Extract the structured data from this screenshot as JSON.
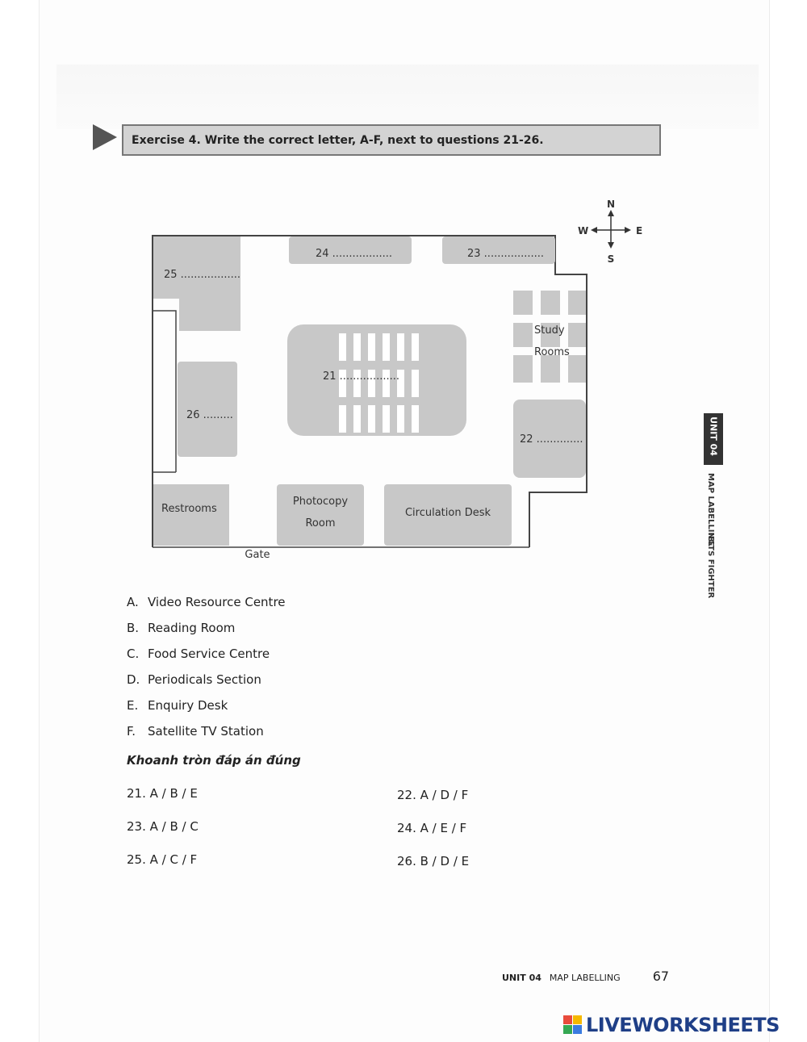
{
  "exercise": {
    "title": "Exercise 4. Write the correct letter, A-F, next to questions 21-26."
  },
  "compass": {
    "n": "N",
    "s": "S",
    "e": "E",
    "w": "W"
  },
  "map": {
    "label_24": "24 ..................",
    "label_23": "23 ..................",
    "label_25": "25 ..................",
    "study": "Study",
    "rooms": "Rooms",
    "label_21": "21 ..................",
    "label_26": "26 .........",
    "label_22": "22 ..............",
    "restrooms": "Restrooms",
    "photocopy": "Photocopy",
    "room": "Room",
    "circulation": "Circulation Desk",
    "gate": "Gate"
  },
  "options": [
    {
      "letter": "A.",
      "text": "Video Resource Centre"
    },
    {
      "letter": "B.",
      "text": "Reading Room"
    },
    {
      "letter": "C.",
      "text": "Food Service Centre"
    },
    {
      "letter": "D.",
      "text": "Periodicals Section"
    },
    {
      "letter": "E.",
      "text": "Enquiry Desk"
    },
    {
      "letter": "F.",
      "text": "Satellite TV Station"
    }
  ],
  "instruction": "Khoanh tròn đáp án đúng",
  "questions": {
    "q21": "21. A / B / E",
    "q22": "22. A / D / F",
    "q23": "23. A / B / C",
    "q24": "24. A / E / F",
    "q25": "25. A / C / F",
    "q26": "26. B / D / E"
  },
  "side": {
    "tab": "UNIT 04",
    "map_labelling": "MAP LABELLING",
    "ielts": "IELTS FIGHTER"
  },
  "footer": {
    "unit": "UNIT 04",
    "section": "MAP LABELLING",
    "page": "67"
  },
  "brand": {
    "name": "LIVEWORKSHEETS"
  },
  "colors": {
    "room_fill": "#c8c8c8",
    "banner": "#d3d3d3",
    "brand": "#1f3f87"
  }
}
